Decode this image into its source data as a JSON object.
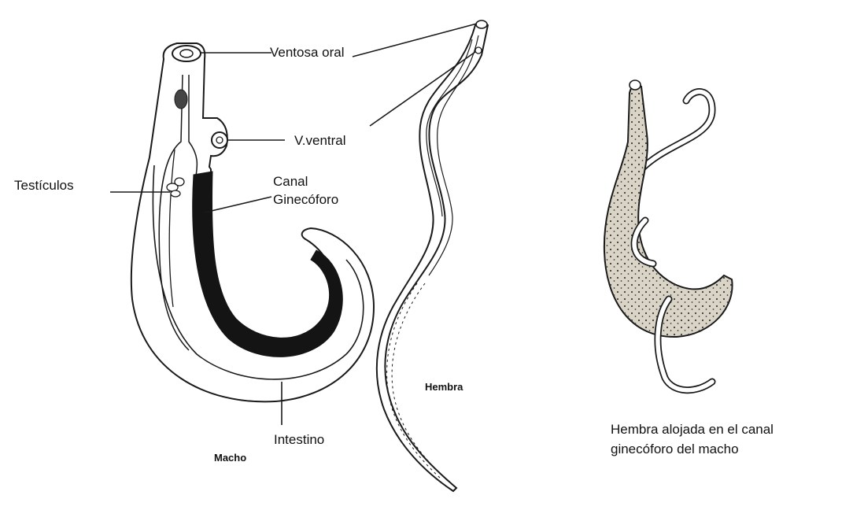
{
  "labels": {
    "ventosa_oral": "Ventosa oral",
    "v_ventral": "V.ventral",
    "testiculos": "Testículos",
    "canal_line1": "Canal",
    "canal_line2": "Ginecóforo",
    "intestino": "Intestino",
    "macho": "Macho",
    "hembra": "Hembra",
    "caption_line1": "Hembra alojada en el canal",
    "caption_line2": "ginecóforo del macho"
  },
  "colors": {
    "ink": "#1a1a1a",
    "canal_fill": "#141414",
    "speckle_body": "#d9d4c6",
    "background": "#ffffff"
  }
}
